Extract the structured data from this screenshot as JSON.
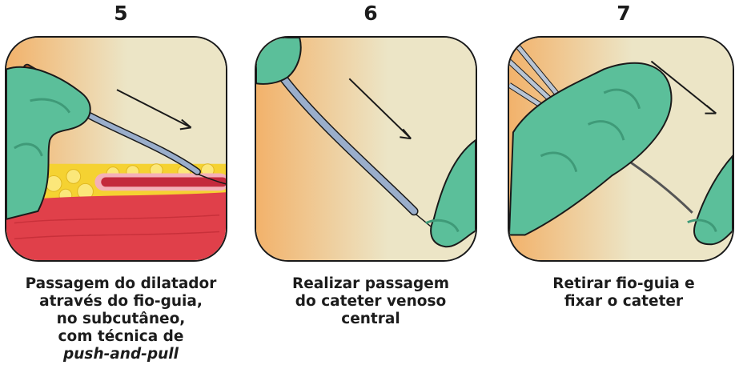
{
  "steps": [
    {
      "number": "5",
      "caption": [
        "Passagem do dilatador",
        "através do fio-guia,",
        "no subcutâneo,",
        "com técnica de"
      ],
      "caption_italic": "push-and-pull"
    },
    {
      "number": "6",
      "caption": [
        "Realizar passagem",
        "do cateter venoso",
        "central"
      ]
    },
    {
      "number": "7",
      "caption": [
        "Retirar fio-guia e",
        "fixar o cateter"
      ]
    }
  ],
  "colors": {
    "glove": "#5bbf9a",
    "glove_shadow": "#3f9a78",
    "skin_warm": "#f2b26b",
    "skin_light": "#ece5c6",
    "tissue_red": "#e0404a",
    "fat_yellow": "#f5d232",
    "vessel": "#c42a3c",
    "catheter": "#9aaecb",
    "outline": "#1a1a1a"
  }
}
